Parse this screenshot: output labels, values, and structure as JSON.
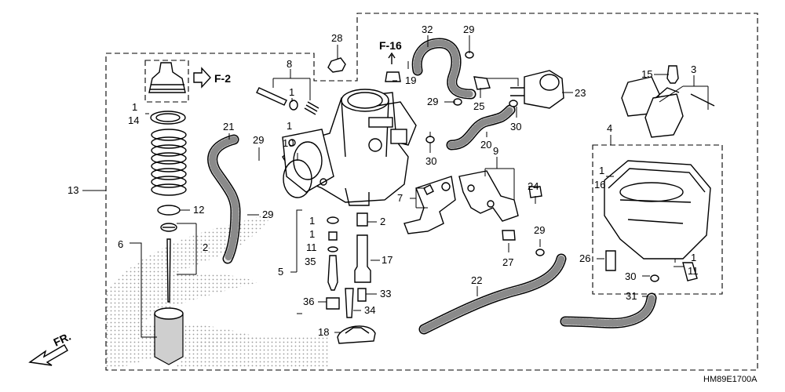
{
  "diagram_code": "HM89E1700A",
  "refs": {
    "f2": "F-2",
    "f16": "F-16",
    "front": "FR."
  },
  "callouts": [
    {
      "id": "c28",
      "text": "28"
    },
    {
      "id": "c8",
      "text": "8"
    },
    {
      "id": "c8b",
      "text": "1"
    },
    {
      "id": "c15",
      "text": "15"
    },
    {
      "id": "c3",
      "text": "3"
    },
    {
      "id": "c32",
      "text": "32"
    },
    {
      "id": "c29a",
      "text": "29"
    },
    {
      "id": "c19",
      "text": "19"
    },
    {
      "id": "c23",
      "text": "23"
    },
    {
      "id": "c1a",
      "text": "1"
    },
    {
      "id": "c14",
      "text": "14"
    },
    {
      "id": "c21",
      "text": "21"
    },
    {
      "id": "c29b",
      "text": "29"
    },
    {
      "id": "c1b",
      "text": "1"
    },
    {
      "id": "c10",
      "text": "10"
    },
    {
      "id": "c29c",
      "text": "29"
    },
    {
      "id": "c25",
      "text": "25"
    },
    {
      "id": "c30a",
      "text": "30"
    },
    {
      "id": "c20",
      "text": "20"
    },
    {
      "id": "c30b",
      "text": "30"
    },
    {
      "id": "c4",
      "text": "4"
    },
    {
      "id": "c9",
      "text": "9"
    },
    {
      "id": "c1c",
      "text": "1"
    },
    {
      "id": "c16",
      "text": "16"
    },
    {
      "id": "c13",
      "text": "13"
    },
    {
      "id": "c12",
      "text": "12"
    },
    {
      "id": "c29d",
      "text": "29"
    },
    {
      "id": "c7",
      "text": "7"
    },
    {
      "id": "c24",
      "text": "24"
    },
    {
      "id": "c1d",
      "text": "1"
    },
    {
      "id": "c2a",
      "text": "2"
    },
    {
      "id": "c1e",
      "text": "1"
    },
    {
      "id": "c11a",
      "text": "11"
    },
    {
      "id": "c2b",
      "text": "2"
    },
    {
      "id": "c6",
      "text": "6"
    },
    {
      "id": "c35",
      "text": "35"
    },
    {
      "id": "c17",
      "text": "17"
    },
    {
      "id": "c29e",
      "text": "29"
    },
    {
      "id": "c27",
      "text": "27"
    },
    {
      "id": "c26",
      "text": "26"
    },
    {
      "id": "c1f",
      "text": "1"
    },
    {
      "id": "c11b",
      "text": "11"
    },
    {
      "id": "c5",
      "text": "5"
    },
    {
      "id": "c22",
      "text": "22"
    },
    {
      "id": "c30c",
      "text": "30"
    },
    {
      "id": "c36",
      "text": "36"
    },
    {
      "id": "c33",
      "text": "33"
    },
    {
      "id": "c31",
      "text": "31"
    },
    {
      "id": "c34",
      "text": "34"
    },
    {
      "id": "c18",
      "text": "18"
    }
  ]
}
